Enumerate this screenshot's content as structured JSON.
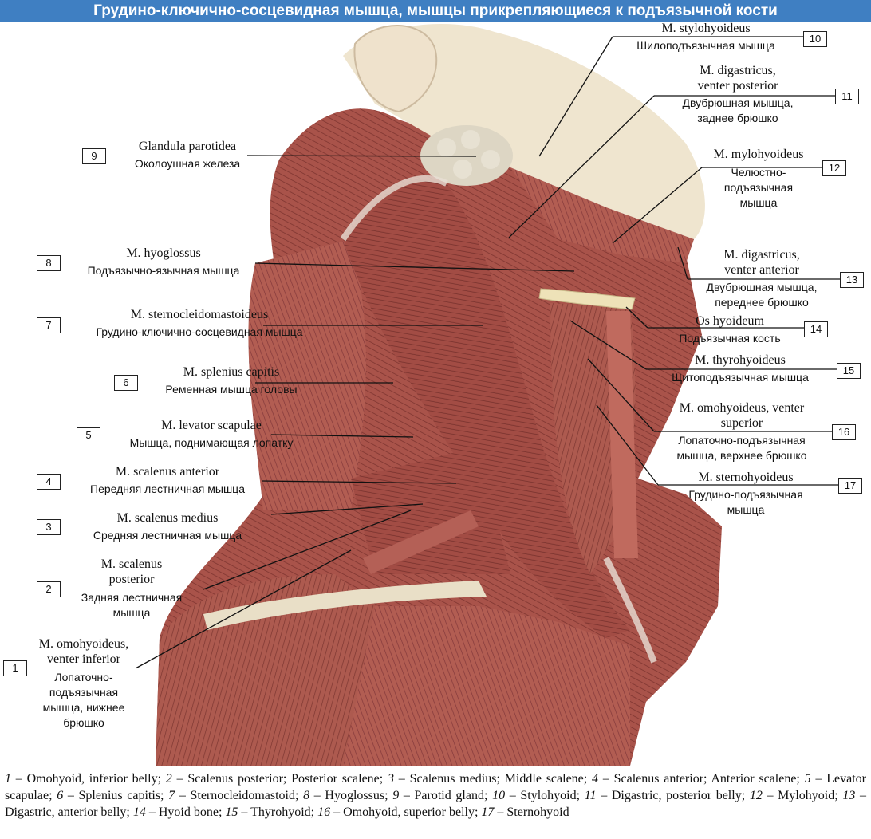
{
  "title": "Грудино-ключично-сосцевидная мышца, мышцы прикрепляющиеся к подъязычной кости",
  "colors": {
    "title_bg": "#3f7fc2",
    "muscle": "#a9534a",
    "muscle_dark": "#7e3530",
    "tendon": "#e8ded4",
    "gland": "#ddd6c4",
    "bone": "#eee2b8"
  },
  "labels": [
    {
      "num": "1",
      "latin": [
        "M. omohyoideus,",
        "venter inferior"
      ],
      "russian": [
        "Лопаточно-",
        "подъязычная",
        "мышца, нижнее",
        "брюшко"
      ]
    },
    {
      "num": "2",
      "latin": [
        "M. scalenus",
        "posterior"
      ],
      "russian": [
        "Задняя лестничная",
        "мышца"
      ]
    },
    {
      "num": "3",
      "latin": [
        "M. scalenus medius"
      ],
      "russian": [
        "Средняя лестничная мышца"
      ]
    },
    {
      "num": "4",
      "latin": [
        "M. scalenus anterior"
      ],
      "russian": [
        "Передняя лестничная мышца"
      ]
    },
    {
      "num": "5",
      "latin": [
        "M. levator scapulae"
      ],
      "russian": [
        "Мышца, поднимающая лопатку"
      ]
    },
    {
      "num": "6",
      "latin": [
        "M. splenius capitis"
      ],
      "russian": [
        "Ременная мышца головы"
      ]
    },
    {
      "num": "7",
      "latin": [
        "M. sternocleidomastoideus"
      ],
      "russian": [
        "Грудино-ключично-сосцевидная мышца"
      ]
    },
    {
      "num": "8",
      "latin": [
        "M. hyoglossus"
      ],
      "russian": [
        "Подъязычно-язычная мышца"
      ]
    },
    {
      "num": "9",
      "latin": [
        "Glandula parotidea"
      ],
      "russian": [
        "Околоушная железа"
      ]
    },
    {
      "num": "10",
      "latin": [
        "M. stylohyoideus"
      ],
      "russian": [
        "Шилоподъязычная мышца"
      ]
    },
    {
      "num": "11",
      "latin": [
        "M. digastricus,",
        "venter posterior"
      ],
      "russian": [
        "Двубрюшная мышца,",
        "заднее брюшко"
      ]
    },
    {
      "num": "12",
      "latin": [
        "M. mylohyoideus"
      ],
      "russian": [
        "Челюстно-",
        "подъязычная",
        "мышца"
      ]
    },
    {
      "num": "13",
      "latin": [
        "M. digastricus,",
        "venter anterior"
      ],
      "russian": [
        "Двубрюшная мышца,",
        "переднее брюшко"
      ]
    },
    {
      "num": "14",
      "latin": [
        "Os hyoideum"
      ],
      "russian": [
        "Подъязычная кость"
      ]
    },
    {
      "num": "15",
      "latin": [
        "M. thyrohyoideus"
      ],
      "russian": [
        "Щитоподъязычная мышца"
      ]
    },
    {
      "num": "16",
      "latin": [
        "M. omohyoideus, venter",
        "superior"
      ],
      "russian": [
        "Лопаточно-подъязычная",
        "мышца, верхнее брюшко"
      ]
    },
    {
      "num": "17",
      "latin": [
        "M. sternohyoideus"
      ],
      "russian": [
        "Грудино-подъязычная",
        "мышца"
      ]
    }
  ],
  "caption": [
    {
      "n": "1",
      "t": " – Omohyoid, inferior belly; "
    },
    {
      "n": "2",
      "t": " – Scalenus posterior; Posterior scalene; "
    },
    {
      "n": "3",
      "t": " – Scalenus medius; Middle scalene; "
    },
    {
      "n": "4",
      "t": " – Scalenus anterior; Anterior scalene; "
    },
    {
      "n": "5",
      "t": " – Levator scapulae; "
    },
    {
      "n": "6",
      "t": " – Splenius capitis; "
    },
    {
      "n": "7",
      "t": " – Sternocleidomastoid; "
    },
    {
      "n": "8",
      "t": " – Hyoglossus; "
    },
    {
      "n": "9",
      "t": " – Parotid gland; "
    },
    {
      "n": "10",
      "t": " – Stylohyoid; "
    },
    {
      "n": "11",
      "t": " – Digastric, posterior belly; "
    },
    {
      "n": "12",
      "t": " – Mylohyoid; "
    },
    {
      "n": "13",
      "t": " – Digastric, anterior belly; "
    },
    {
      "n": "14",
      "t": " – Hyoid bone; "
    },
    {
      "n": "15",
      "t": " – Thyrohyoid; "
    },
    {
      "n": "16",
      "t": " – Omohyoid, superior belly; "
    },
    {
      "n": "17",
      "t": " – Sternohyoid"
    }
  ]
}
